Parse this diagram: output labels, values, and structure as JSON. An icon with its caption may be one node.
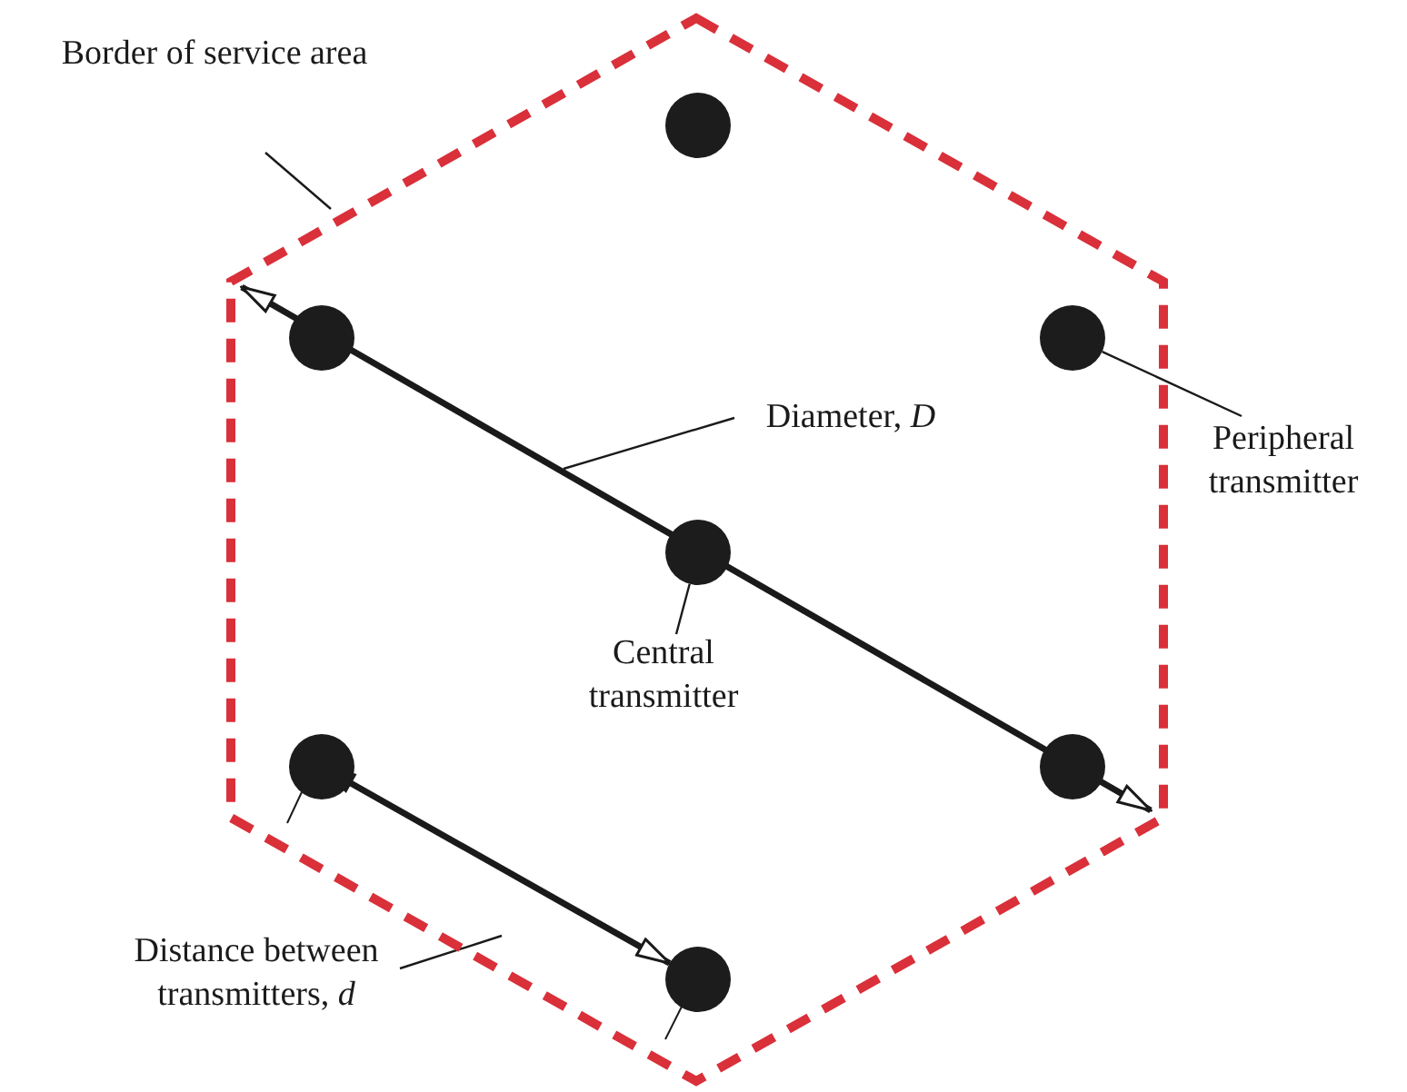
{
  "diagram": {
    "nodes": [
      {
        "text": [],
        "shape": "hexagon"
      },
      {
        "text": [
          "Border of service area"
        ]
      },
      {
        "text": [],
        "shape": "circle",
        "in": 0
      },
      {
        "text": [],
        "shape": "circle",
        "in": 0
      },
      {
        "text": [],
        "shape": "circle",
        "in": 0
      },
      {
        "text": [
          "Diameter, *D*"
        ],
        "in": 0
      },
      {
        "text": [
          "Peripheral transmitter"
        ]
      },
      {
        "text": [],
        "shape": "circle",
        "in": 0
      },
      {
        "text": [
          "Central transmitter"
        ],
        "in": 0
      },
      {
        "text": [],
        "shape": "circle",
        "in": 0
      },
      {
        "text": [],
        "shape": "circle",
        "in": 0
      },
      {
        "text": [
          "Distance between transmitters, *d*"
        ]
      },
      {
        "text": [],
        "shape": "circle",
        "in": 0
      }
    ],
    "edges": [
      {
        "from": 1,
        "to": 0,
        "arrow": "none"
      },
      {
        "from": 5,
        "to": null,
        "arrow": "none"
      },
      {
        "from": 6,
        "to": 4,
        "arrow": "none"
      },
      {
        "from": 8,
        "to": 7,
        "arrow": "none"
      },
      {
        "from": 11,
        "to": null,
        "arrow": "none"
      },
      {
        "from": 9,
        "to": 12,
        "arrow": "both",
        "style": "thick"
      }
    ]
  }
}
